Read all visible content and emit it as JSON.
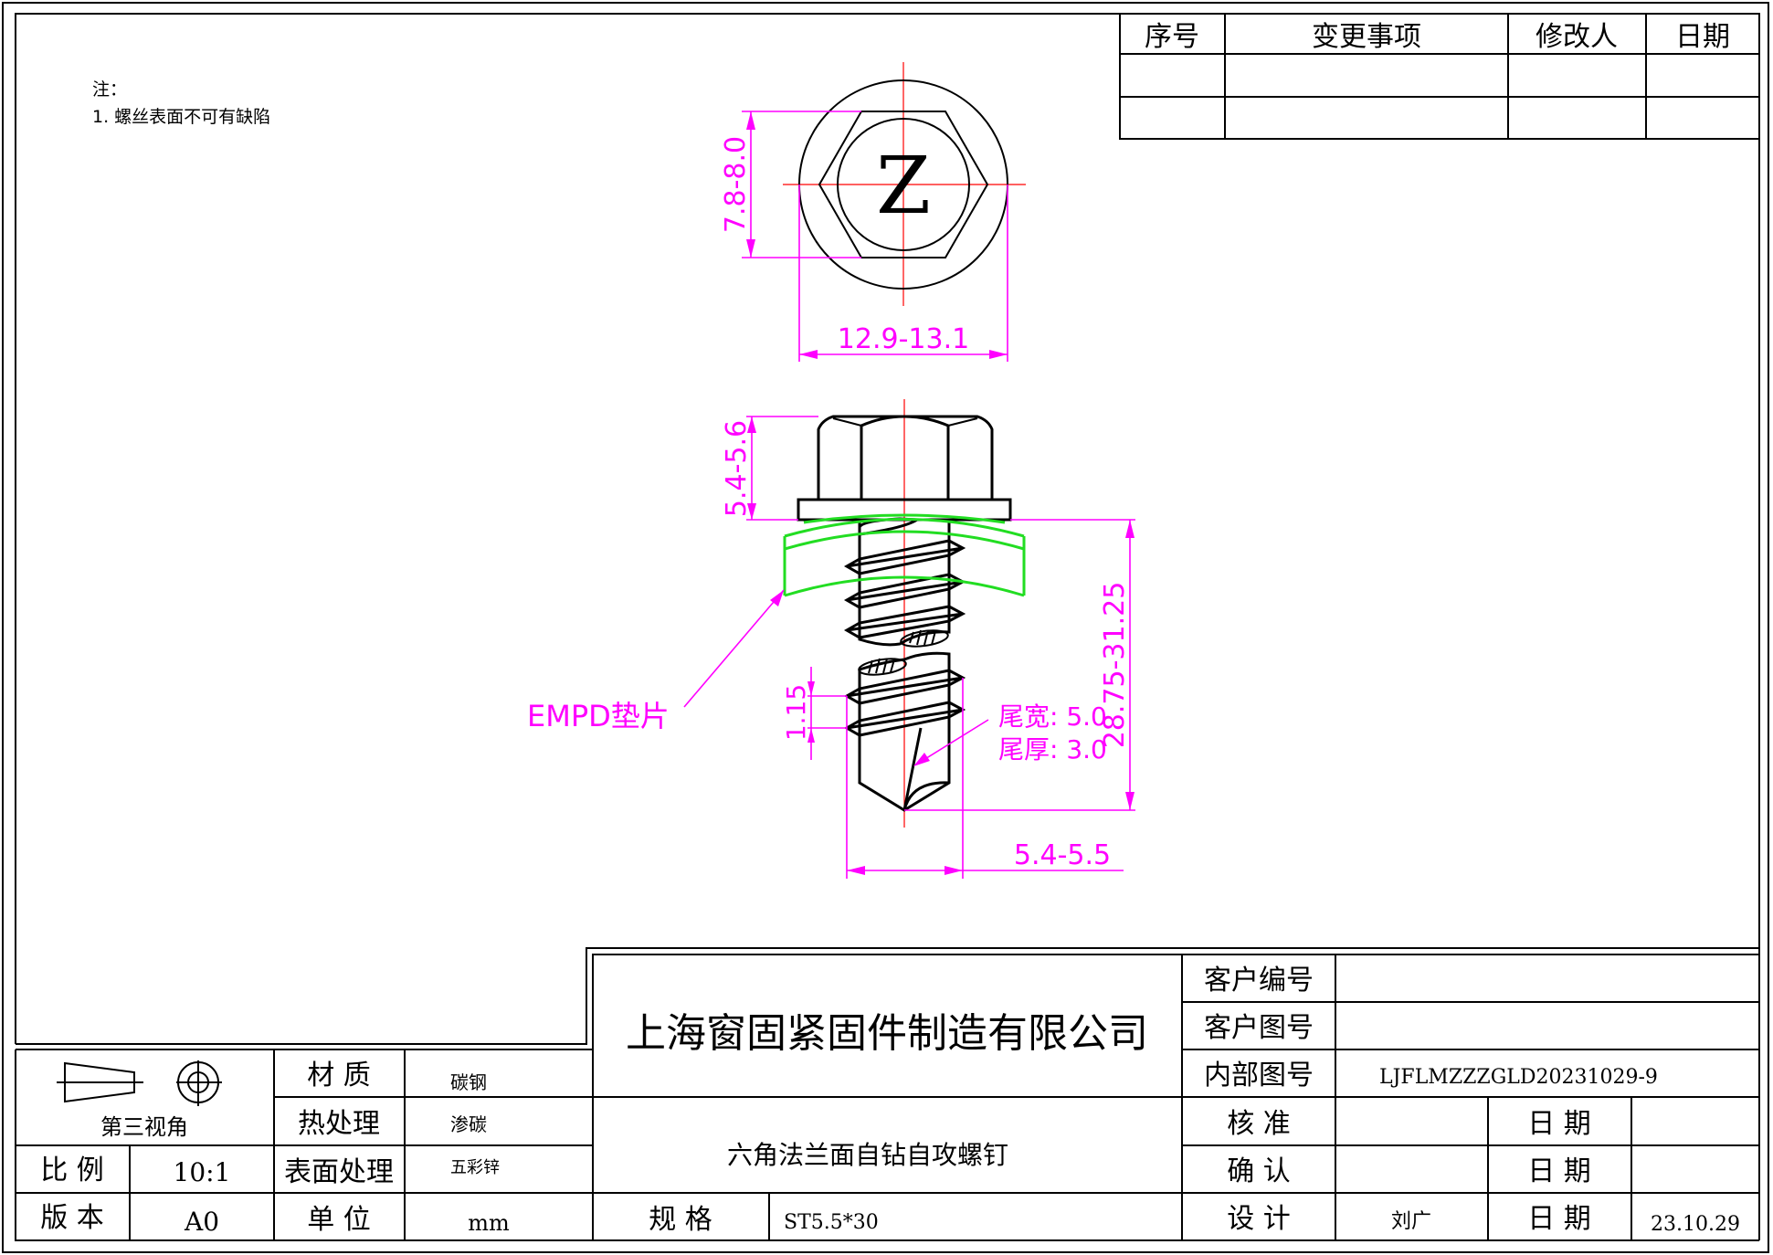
{
  "notes": {
    "title": "注：",
    "items": [
      "1. 螺丝表面不可有缺陷"
    ]
  },
  "revision_table": {
    "headers": [
      "序号",
      "变更事项",
      "修改人",
      "日期"
    ],
    "rows": [
      [
        "",
        "",
        "",
        ""
      ],
      [
        "",
        "",
        "",
        ""
      ]
    ]
  },
  "top_view": {
    "head_mark": "Z",
    "dim_hex": "7.8-8.0",
    "dim_flange": "12.9-13.1"
  },
  "side_view": {
    "dim_head_height": "5.4-5.6",
    "dim_length": "28.75-31.25",
    "dim_thread_dia": "5.4-5.5",
    "dim_pitch": "1.15",
    "washer_label": "EMPD垫片",
    "tail_width": "尾宽: 5.0",
    "tail_thickness": "尾厚: 3.0"
  },
  "colors": {
    "dimension": "#ff00ff",
    "washer": "#22dd22",
    "centerline": "#ff0000"
  },
  "title_block": {
    "projection_label": "第三视角",
    "material_label": "材 质",
    "material_value": "碳钢",
    "heat_label": "热处理",
    "heat_value": "渗碳",
    "surface_label": "表面处理",
    "surface_value": "五彩锌",
    "scale_label": "比 例",
    "scale_value": "10:1",
    "version_label": "版 本",
    "version_value": "A0",
    "unit_label": "单 位",
    "unit_value": "mm",
    "company": "上海窗固紧固件制造有限公司",
    "part_name": "六角法兰面自钻自攻螺钉",
    "spec_label": "规 格",
    "spec_value": "ST5.5*30",
    "customer_no_label": "客户编号",
    "customer_no_value": "",
    "customer_drawing_label": "客户图号",
    "customer_drawing_value": "",
    "internal_drawing_label": "内部图号",
    "internal_drawing_value": "LJFLMZZZGLD20231029-9",
    "approve_label": "核 准",
    "approve_value": "",
    "approve_date_label": "日 期",
    "approve_date_value": "",
    "confirm_label": "确 认",
    "confirm_value": "",
    "confirm_date_label": "日 期",
    "confirm_date_value": "",
    "design_label": "设 计",
    "design_value": "刘广",
    "design_date_label": "日 期",
    "design_date_value": "23.10.29"
  }
}
